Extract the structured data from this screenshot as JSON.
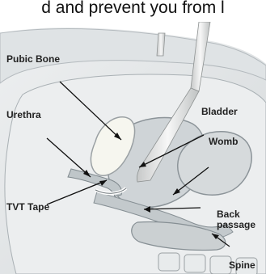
{
  "caption": "d and prevent you from l",
  "labels": {
    "pubic_bone": "Pubic Bone",
    "urethra": "Urethra",
    "bladder": "Bladder",
    "womb": "Womb",
    "tvt_tape": "TVT Tape",
    "back_passage_line1": "Back",
    "back_passage_line2": "passage",
    "spine": "Spine"
  },
  "colors": {
    "background": "#ffffff",
    "tissue": "#e7e9ea",
    "organ": "#c9ced1",
    "outline": "#8c9499",
    "bone": "#f5f5ee",
    "label": "#222222",
    "arrow": "#111111"
  }
}
